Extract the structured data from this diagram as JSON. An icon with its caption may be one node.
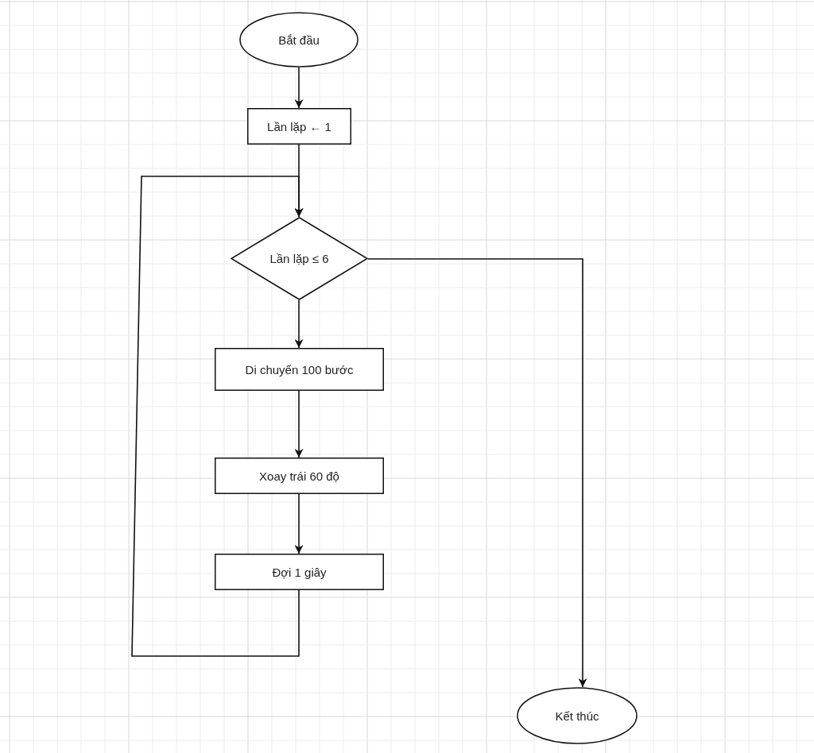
{
  "diagram": {
    "nodes": [
      {
        "text": [
          "Bắt đầu"
        ]
      },
      {
        "text": [
          "Lần lặp ← 1"
        ]
      },
      {
        "text": [
          "Lần lặp ≤ 6"
        ]
      },
      {
        "text": [
          "Di chuyển 100 bước"
        ]
      },
      {
        "text": [
          "Xoay trái 60 độ"
        ]
      },
      {
        "text": [
          "Đợi 1 giây"
        ]
      },
      {
        "text": [
          "Kết thúc"
        ]
      }
    ],
    "edges": [
      {
        "from": 0,
        "to": 1,
        "arrow": "to"
      },
      {
        "from": 1,
        "to": 2,
        "arrow": "to"
      },
      {
        "from": 2,
        "to": 3,
        "arrow": "to"
      },
      {
        "from": 3,
        "to": 4,
        "arrow": "to"
      },
      {
        "from": 4,
        "to": 5,
        "arrow": "to"
      },
      {
        "from": 5,
        "to": 2,
        "arrow": "to"
      },
      {
        "from": 2,
        "to": 6,
        "arrow": "to"
      }
    ]
  }
}
